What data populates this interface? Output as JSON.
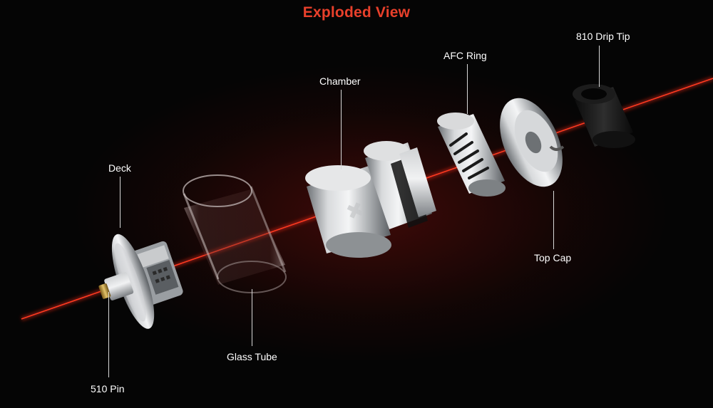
{
  "title": "Exploded View",
  "colors": {
    "title": "#e8402b",
    "laser": "#ff2a14",
    "background": "#050505"
  },
  "parts": {
    "drip_tip": "810 Drip Tip",
    "afc_ring": "AFC Ring",
    "chamber": "Chamber",
    "deck": "Deck",
    "top_cap": "Top Cap",
    "glass_tube": "Glass Tube",
    "pin": "510 Pin"
  }
}
